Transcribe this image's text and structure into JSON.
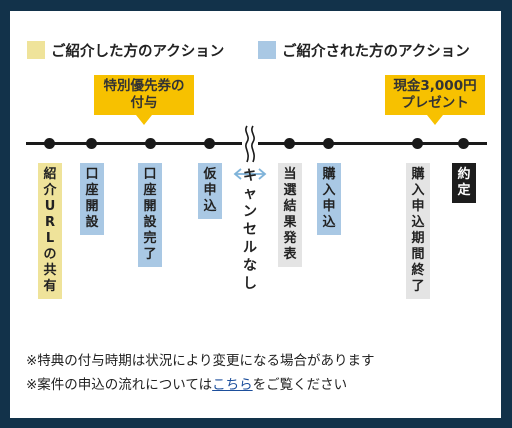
{
  "legend": {
    "referrer": {
      "label": "ご紹介した方のアクション",
      "color": "#efe39a"
    },
    "referred": {
      "label": "ご紹介された方のアクション",
      "color": "#a9c8e4"
    }
  },
  "callouts": {
    "special_ticket": [
      "特別優先券の",
      "付与"
    ],
    "present": [
      "現金3,000円",
      "プレゼント"
    ]
  },
  "steps": [
    {
      "label": "紹介URLの共有",
      "category": "referrer"
    },
    {
      "label": "口座開設",
      "category": "referred"
    },
    {
      "label": "口座開設完了",
      "category": "referred"
    },
    {
      "label": "仮申込",
      "category": "referred"
    },
    {
      "label": "キャンセルなし",
      "category": "none"
    },
    {
      "label": "当選結果発表",
      "category": "neutral"
    },
    {
      "label": "購入申込",
      "category": "referred"
    },
    {
      "label": "購入申込期間終了",
      "category": "neutral"
    },
    {
      "label": "約定",
      "category": "final"
    }
  ],
  "notes": {
    "line1": "※特典の付与時期は状況により変更になる場合があります",
    "line2_before": "※案件の申込の流れについては",
    "line2_link": "こちら",
    "line2_after": "をご覧ください"
  },
  "icons": {
    "timeline_break": "wavy-break-icon",
    "cancel_arrow": "double-arrow-icon"
  }
}
